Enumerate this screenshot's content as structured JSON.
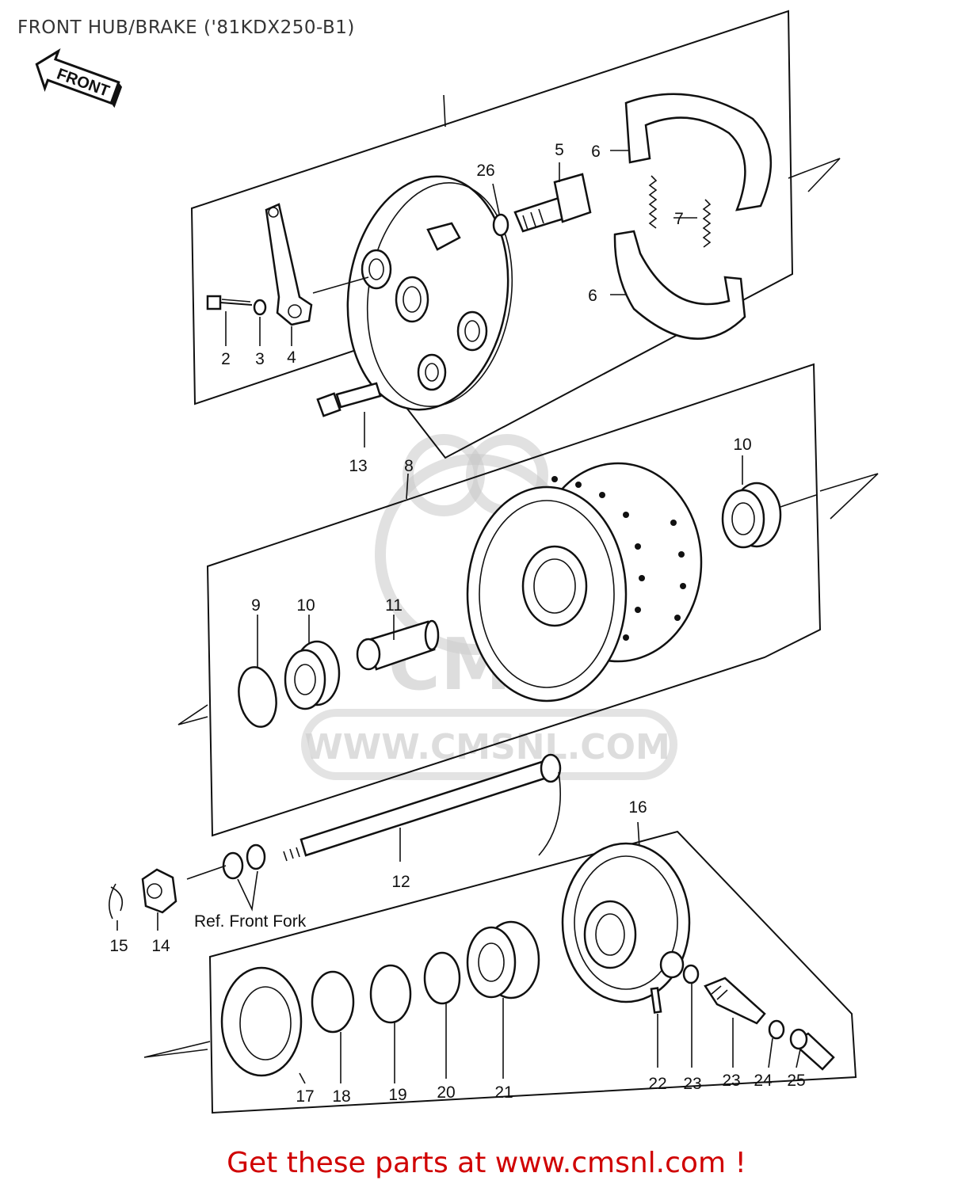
{
  "title": "FRONT HUB/BRAKE ('81KDX250-B1)",
  "front_arrow": "FRONT",
  "ref_note": "Ref. Front Fork",
  "watermark": "WWW.CMSNL.COM",
  "watermark_logo": "CMS",
  "footer": "Get these parts at www.cmsnl.com !",
  "part_labels": [
    "2",
    "3",
    "4",
    "5",
    "6",
    "6",
    "7",
    "26",
    "13",
    "8",
    "9",
    "10",
    "10",
    "11",
    "12",
    "14",
    "15",
    "16",
    "17",
    "18",
    "19",
    "20",
    "21",
    "22",
    "23",
    "23",
    "24",
    "25"
  ],
  "colors": {
    "footer": "#d00000",
    "line": "#111111",
    "watermark": "#c8c8c8"
  }
}
